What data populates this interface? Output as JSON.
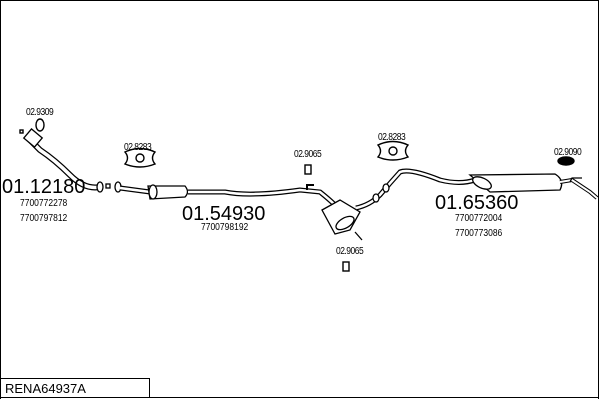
{
  "diagram_code": "RENA64937A",
  "parts": [
    {
      "number": "01.12180",
      "oe_numbers": [
        "7700772278",
        "7700797812"
      ]
    },
    {
      "number": "01.54930",
      "oe_numbers": [
        "7700798192"
      ]
    },
    {
      "number": "01.65360",
      "oe_numbers": [
        "7700772004",
        "7700773086"
      ]
    }
  ],
  "accessories": [
    {
      "number": "02.9309"
    },
    {
      "number": "02.8283"
    },
    {
      "number": "02.9065"
    },
    {
      "number": "02.8283"
    },
    {
      "number": "02.9065"
    },
    {
      "number": "02.9090"
    }
  ]
}
